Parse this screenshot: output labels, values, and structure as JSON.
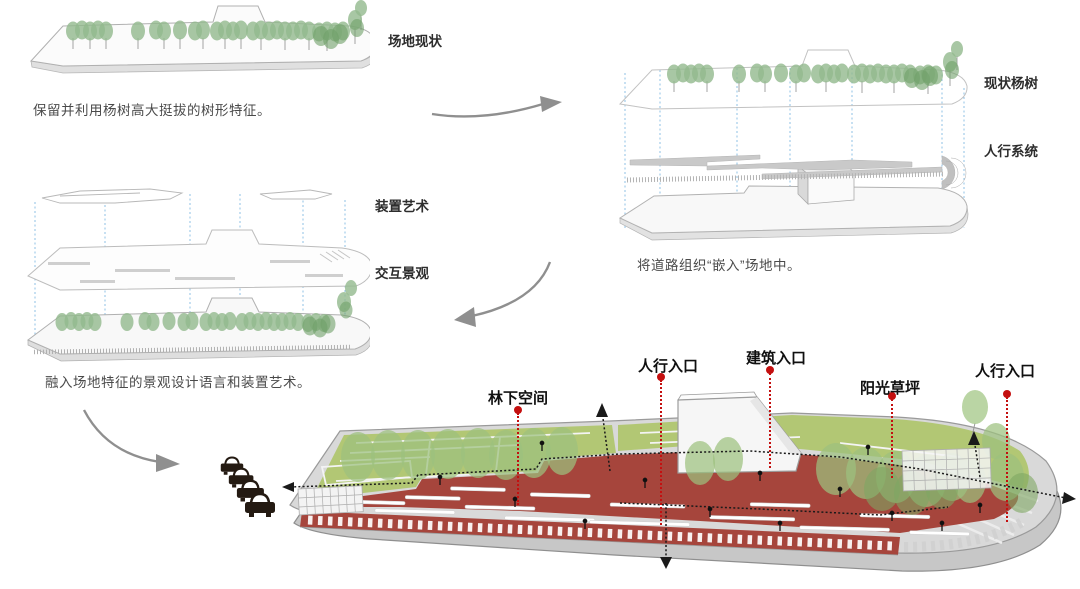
{
  "page": {
    "background": "#ffffff",
    "kind": "landscape design process diagram"
  },
  "colors": {
    "tree_green": "#92b98d",
    "tree_green_dark": "#6fa069",
    "lawn_green": "#b2c774",
    "plaza_red": "#a6453c",
    "leader_red": "#c40f0f",
    "guide_blue": "#8fc2e6",
    "arrow_gray": "#8f8f8f",
    "label_text": "#2d2d2d",
    "caption_text": "#4a4a4a"
  },
  "steps": {
    "step1": {
      "title": "场地现状",
      "caption": "保留并利用杨树高大挺拔的树形特征。"
    },
    "step2": {
      "layer1_label": "现状杨树",
      "layer2_label": "人行系统",
      "caption": "将道路组织“嵌入”场地中。"
    },
    "step3": {
      "layer1_label": "装置艺术",
      "layer2_label": "交互景观",
      "caption": "融入场地特征的景观设计语言和装置艺术。"
    }
  },
  "final_plan": {
    "annotations": [
      {
        "label": "林下空间"
      },
      {
        "label": "人行入口"
      },
      {
        "label": "建筑入口"
      },
      {
        "label": "阳光草坪"
      },
      {
        "label": "人行入口"
      }
    ],
    "car_count": 4
  }
}
